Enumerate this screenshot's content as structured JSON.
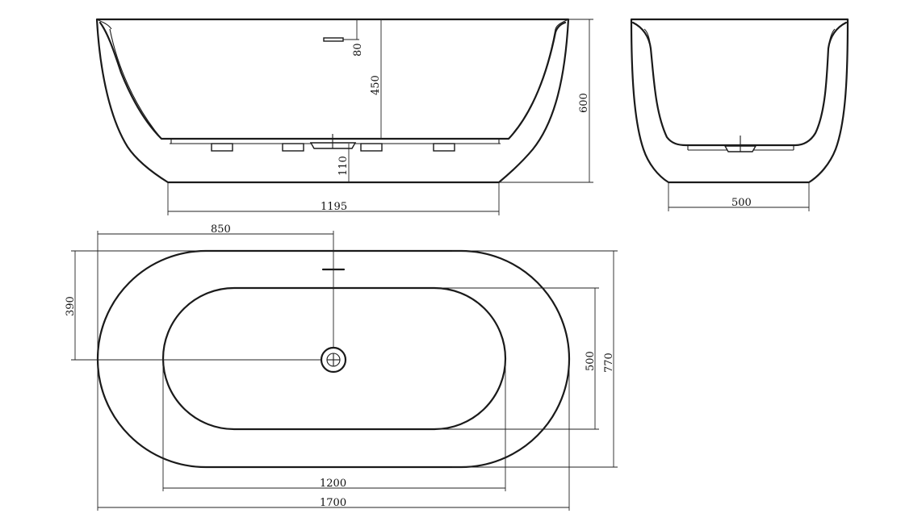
{
  "side_view": {
    "height_total": "600",
    "depth_inner": "450",
    "overflow_offset": "80",
    "base_clearance": "110",
    "base_length": "1195"
  },
  "end_view": {
    "base_width": "500"
  },
  "top_view": {
    "drain_position": "850",
    "drain_offset": "390",
    "inner_width": "500",
    "outer_width": "770",
    "inner_length": "1200",
    "outer_length": "1700"
  }
}
